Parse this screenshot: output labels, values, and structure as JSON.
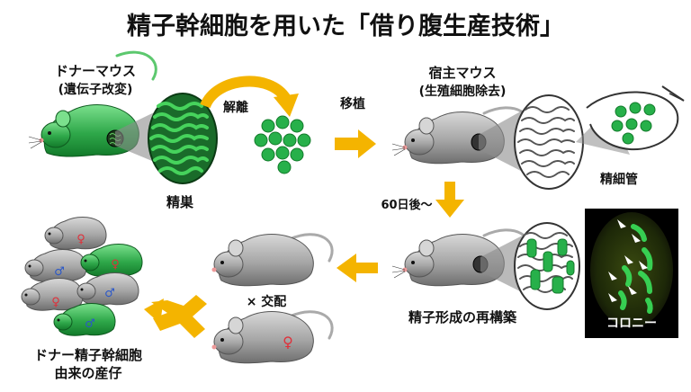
{
  "title": "精子幹細胞を用いた「借り腹生産技術」",
  "donor": {
    "line1": "ドナーマウス",
    "line2": "(遺伝子改変)"
  },
  "seminiferous_label": "精巣",
  "dissociation_label": "解離",
  "transplant_label": "移植",
  "host": {
    "line1": "宿主マウス",
    "line2": "(生殖細胞除去)"
  },
  "tubule_label": "精細管",
  "after_label": "60日後〜",
  "regeneration_label": "精子形成の再構築",
  "colony_label": "コロニー",
  "mating_label": "× 交配",
  "offspring": {
    "line1": "ドナー精子幹細胞",
    "line2": "由来の産仔"
  },
  "female_symbol": "♀",
  "male_symbol": "♂",
  "colors": {
    "green": "#2fa84a",
    "dark_green": "#127a2a",
    "arrow_orange": "#f4b400",
    "mouse_gray": "#9c9c9c",
    "female": "#e0303a",
    "male": "#2b58c9"
  }
}
